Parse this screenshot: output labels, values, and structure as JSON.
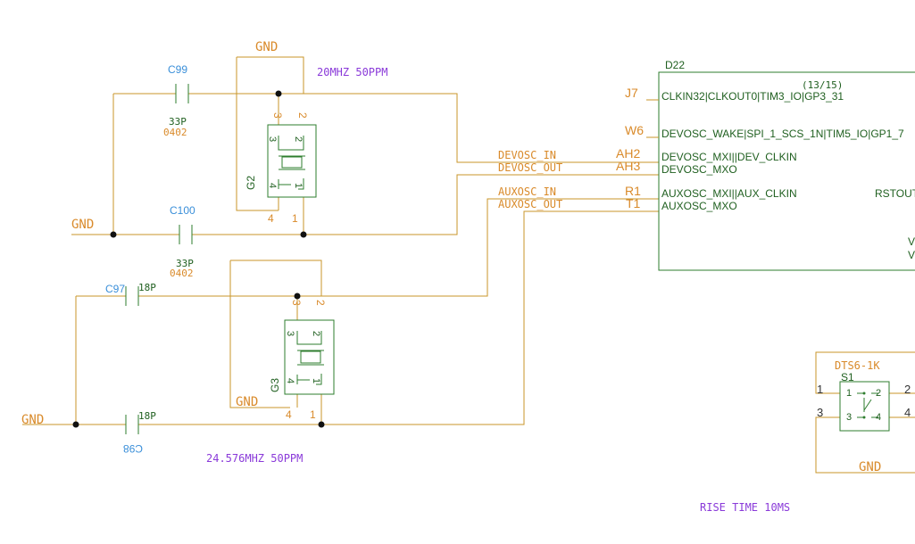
{
  "colors": {
    "wire": "#c8952a",
    "part": "#2e7d2e",
    "net_label": "#d98a2a",
    "refdes": "#3a8fd9",
    "note": "#8a3ad9",
    "pin_text": "#1f5f1f",
    "junction": "#111111"
  },
  "crystals": {
    "g2": {
      "ref": "G2",
      "freq": "20MHZ 50PPM",
      "gnd": "GND",
      "pins": [
        "1",
        "2",
        "3",
        "4"
      ]
    },
    "g3": {
      "ref": "G3",
      "freq": "24.576MHZ 50PPM",
      "gnd": "GND",
      "pins": [
        "1",
        "2",
        "3",
        "4"
      ]
    }
  },
  "capacitors": {
    "c99": {
      "ref": "C99",
      "value": "33P",
      "package": "0402"
    },
    "c100": {
      "ref": "C100",
      "value": "33P",
      "package": "0402"
    },
    "c97": {
      "ref": "C97",
      "value": "18P"
    },
    "c98": {
      "ref": "C98",
      "value": "18P"
    }
  },
  "gnd_labels": {
    "left_top": "GND",
    "left_bottom": "GND"
  },
  "nets": {
    "devosc_in": "DEVOSC_IN",
    "devosc_out": "DEVOSC_OUT",
    "auxosc_in": "AUXOSC_IN",
    "auxosc_out": "AUXOSC_OUT"
  },
  "ic": {
    "ref": "D22",
    "unit": "(13/15)",
    "pins": [
      {
        "num": "J7",
        "name": "CLKIN32|CLKOUT0|TIM3_IO|GP3_31"
      },
      {
        "num": "W6",
        "name": "DEVOSC_WAKE|SPI_1_SCS_1N|TIM5_IO|GP1_7"
      },
      {
        "num": "AH2",
        "name": "DEVOSC_MXI||DEV_CLKIN"
      },
      {
        "num": "AH3",
        "name": "DEVOSC_MXO"
      },
      {
        "num": "R1",
        "name": "AUXOSC_MXI||AUX_CLKIN"
      },
      {
        "num": "T1",
        "name": "AUXOSC_MXO"
      }
    ],
    "right_partial": "RSTOUT",
    "right_v1": "V",
    "right_v2": "V"
  },
  "switch": {
    "part": "DTS6-1K",
    "ref": "S1",
    "pins": [
      "1",
      "2",
      "3",
      "4"
    ],
    "gnd": "GND"
  },
  "notes": {
    "rise_time": "RISE TIME 10MS"
  }
}
